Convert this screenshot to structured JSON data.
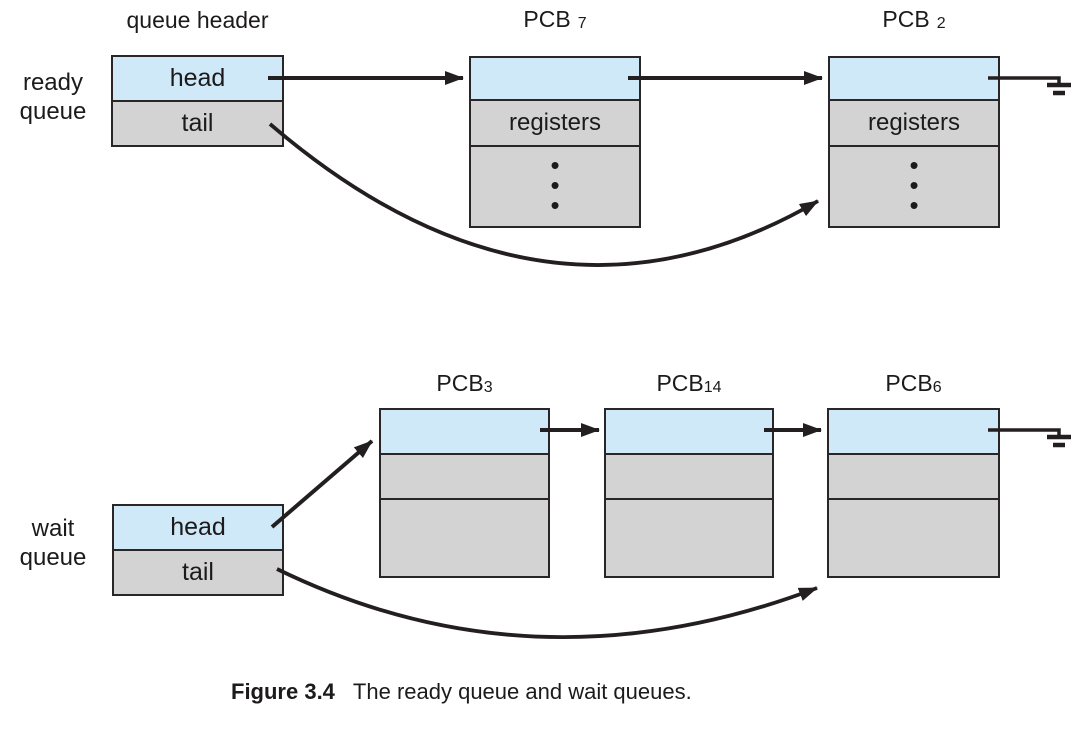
{
  "colors": {
    "cell_blue": "#cfe9f8",
    "cell_gray": "#d3d3d3",
    "border": "#2a2627",
    "arrow": "#231f20",
    "text": "#1c1a1b",
    "background": "#ffffff"
  },
  "ready_section": {
    "header_label": "queue header",
    "side_label": {
      "line1": "ready",
      "line2": "queue"
    },
    "queue_header": {
      "head_label": "head",
      "tail_label": "tail"
    },
    "pcb7": {
      "base": "PCB",
      "subscript": "7",
      "registers_label": "registers",
      "dots": [
        "•",
        "•",
        "•"
      ]
    },
    "pcb2": {
      "base": "PCB",
      "subscript": "2",
      "registers_label": "registers",
      "dots": [
        "•",
        "•",
        "•"
      ]
    }
  },
  "wait_section": {
    "side_label": {
      "line1": "wait",
      "line2": "queue"
    },
    "queue_header": {
      "head_label": "head",
      "tail_label": "tail"
    },
    "pcb3": {
      "base": "PCB",
      "subscript": "3"
    },
    "pcb14": {
      "base": "PCB",
      "subscript": "14"
    },
    "pcb6": {
      "base": "PCB",
      "subscript": "6"
    }
  },
  "caption": {
    "label": "Figure 3.4",
    "text": "The ready queue and wait queues."
  }
}
